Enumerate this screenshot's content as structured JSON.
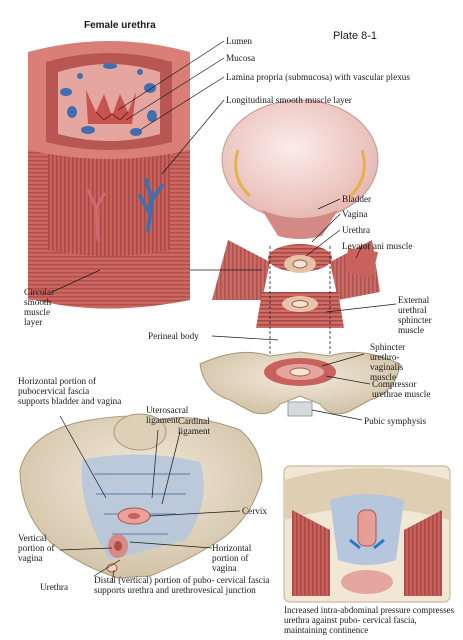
{
  "header": {
    "figure_title": "Female urethra",
    "plate": "Plate 8-1"
  },
  "labels": {
    "lumen": "Lumen",
    "mucosa": "Mucosa",
    "lamina_propria": "Lamina propria (submucosa) with vascular plexus",
    "longitudinal": "Longitudinal smooth muscle layer",
    "circular": "Circular smooth muscle layer",
    "bladder": "Bladder",
    "vagina": "Vagina",
    "urethra_top": "Urethra",
    "levator_ani": "Levator ani muscle",
    "external_sphincter": "External urethral sphincter muscle",
    "perineal_body": "Perineal body",
    "sphincter_urethrovaginalis": "Sphincter urethro- vaginalis muscle",
    "compressor": "Compressor urethrae muscle",
    "pubic_symphysis": "Pubic symphysis",
    "horizontal_fascia": "Horizontal portion of pubocervical fascia supports bladder and vagina",
    "uterosacral": "Uterosacral ligament",
    "cardinal": "Cardinal ligament",
    "cervix": "Cervix",
    "vertical_vagina": "Vertical portion of vagina",
    "horizontal_vagina": "Horizontal portion of vagina",
    "urethra_bottom": "Urethra",
    "distal_fascia": "Distal (vertical) portion of pubo- cervical fascia supports urethra and urethrovesical junction",
    "pressure_caption": "Increased intra-abdominal pressure compresses urethra against pubo- cervical fascia, maintaining continence"
  },
  "colors": {
    "muscle": "#c8615c",
    "muscle_light": "#e3a39a",
    "vessel_blue": "#3f6fb0",
    "bone": "#e8ddc8",
    "bladder": "#f3d8d4",
    "fascia": "#9db2cf",
    "leader": "#1a1a1a"
  }
}
